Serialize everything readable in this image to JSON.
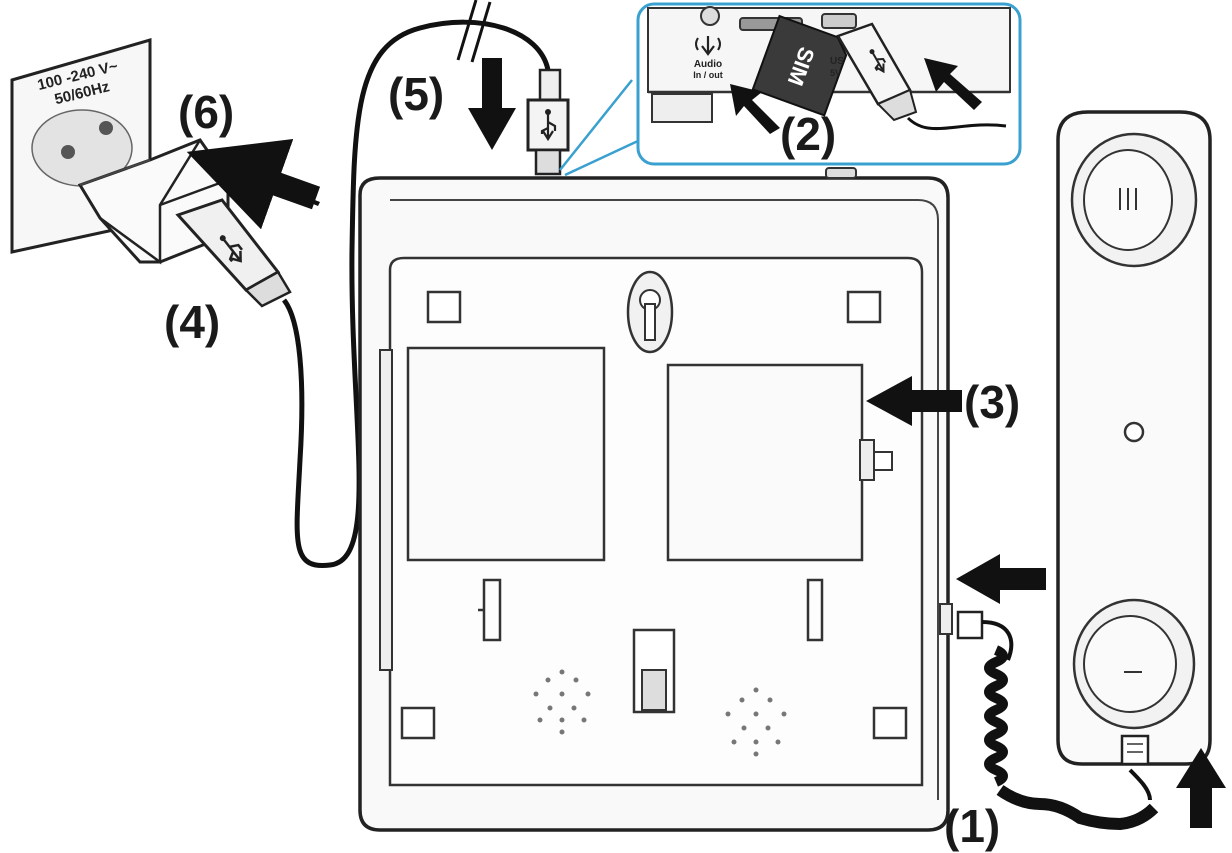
{
  "steps": {
    "s1": "(1)",
    "s2": "(2)",
    "s3": "(3)",
    "s4": "(4)",
    "s5": "(5)",
    "s6": "(6)"
  },
  "plug_label": {
    "line1": "100 -240 V~",
    "line2": "50/60Hz"
  },
  "port_labels": {
    "sim": "SIM",
    "audio": "Audio",
    "audio_sub": "In / out",
    "usb_partial": "US",
    "usb_sub_partial": "5V"
  },
  "colors": {
    "stroke": "#222222",
    "fill_light": "#f4f4f4",
    "fill_mid": "#e2e2e2",
    "accent_frame": "#3aa0d0",
    "arrow": "#111111"
  },
  "icons": [
    "usb-icon",
    "sim-card-icon",
    "audio-port-icon",
    "keyhole-icon",
    "power-plug-icon",
    "phone-handset-icon"
  ]
}
